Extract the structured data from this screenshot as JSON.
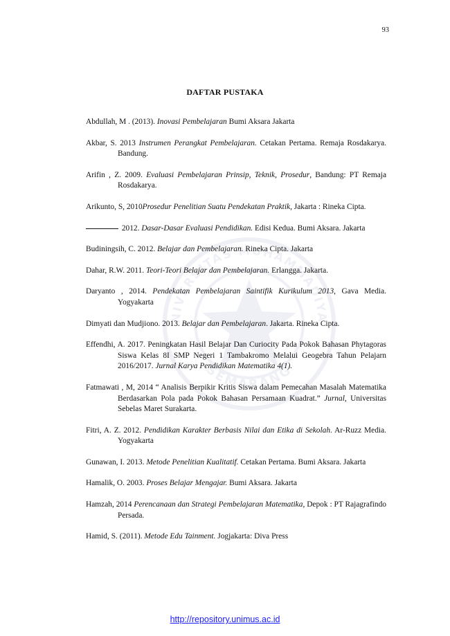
{
  "page_number": "93",
  "title": "DAFTAR PUSTAKA",
  "watermark_text": "UNIVERSITAS MUHAMMADIYAH SEMARANG",
  "references": [
    {
      "pre": "Abdullah, M . (2013). ",
      "title": "Inovasi Pembelajaran",
      "post": " Bumi Aksara Jakarta"
    },
    {
      "pre": "Akbar, S. 2013 ",
      "title": "Instrumen Perangkat Pembelajaran.",
      "post": " Cetakan Pertama. Remaja Rosdakarya. Bandung."
    },
    {
      "pre": "Arifin , Z. 2009. ",
      "title": "Evaluasi Pembelajaran Prinsip, Teknik, Prosedur",
      "post": ", Bandung: PT Remaja Rosdakarya."
    },
    {
      "pre": "Arikunto, S, 2010",
      "title": "Prosedur Penelitian Suatu Pendekatan Praktik",
      "post": ", Jakarta : Rineka Cipta."
    },
    {
      "pre": " 2012. ",
      "title": "Dasar-Dasar Evaluasi Pendidikan.",
      "post": " Edisi Kedua. Bumi Aksara. Jakarta"
    },
    {
      "pre": "Budiningsih, C. 2012. ",
      "title": "Belajar dan Pembelajaran.",
      "post": " Rineka Cipta. Jakarta"
    },
    {
      "pre": "Dahar, R.W. 2011. ",
      "title": "Teori-Teori Belajar dan Pembelajaran.",
      "post": " Erlangga. Jakarta."
    },
    {
      "pre": "Daryanto , 2014. ",
      "title": "Pendekatan Pembelajaran Saintifik Kurikulum 2013",
      "post": ", Gava Media. Yogyakarta"
    },
    {
      "pre": "Dimyati dan Mudjiono. 2013. ",
      "title": "Belajar dan Pembelajaran",
      "post": ". Jakarta. Rineka Cipta."
    },
    {
      "pre": "Effendhi, A. 2017. Peningkatan Hasil Belajar Dan Curiocity Pada Pokok Bahasan Phytagoras Siswa Kelas 8I SMP Negeri 1 Tambakromo Melalui Geogebra Tahun Pelajarn 2016/2017. ",
      "title": "Jurnal Karya Pendidikan Matematika 4(1).",
      "post": ""
    },
    {
      "pre": "Fatmawati , M, 2014 “ Analisis Berpikir Kritis Siswa dalam Pemecahan Masalah Matematika Berdasarkan Pola pada Pokok Bahasan Persamaan Kuadrat.” ",
      "title": "Jurnal,",
      "post": " Universitas Sebelas Maret Surakarta."
    },
    {
      "pre": "Fitri, A. Z. 2012. ",
      "title": "Pendidikan Karakter Berbasis Nilai dan Etika di Sekolah",
      "post": ". Ar-Ruzz Media. Yogyakarta"
    },
    {
      "pre": "Gunawan, I. 2013. ",
      "title": "Metode Penelitian Kualitatif.",
      "post": " Cetakan Pertama. Bumi Aksara. Jakarta"
    },
    {
      "pre": "Hamalik, O. 2003. ",
      "title": "Proses Belajar Mengajar.",
      "post": " Bumi Aksara. Jakarta"
    },
    {
      "pre": "Hamzah, 2014 ",
      "title": "Perencanaan dan Strategi Pembelajaran Matematika",
      "post": ", Depok : PT Rajagrafindo Persada."
    },
    {
      "pre": "Hamid, S. (2011). ",
      "title": "Metode Edu Tainment.",
      "post": " Jogjakarta: Diva Press"
    }
  ],
  "footer_link": "http://repository.unimus.ac.id",
  "colors": {
    "link": "#1a1aff",
    "text": "#111111",
    "watermark": "#1f3a8a"
  }
}
